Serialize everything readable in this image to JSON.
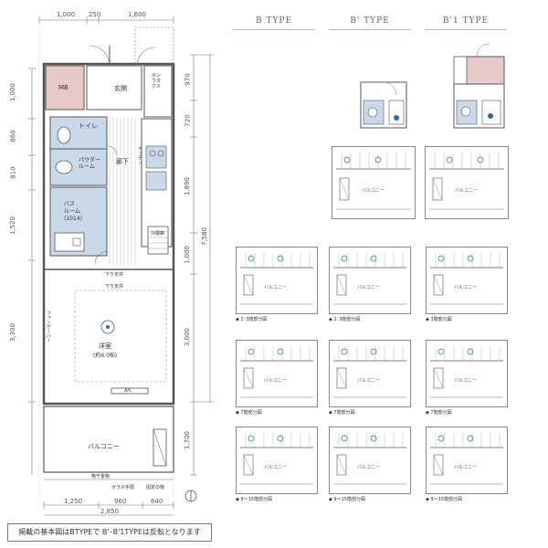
{
  "plan": {
    "top_dims": [
      "1,000",
      "250",
      "1,600"
    ],
    "left_dims": [
      "1,000",
      "860",
      "810",
      "1,520",
      "3,300"
    ],
    "right_dims": [
      "970",
      "720",
      "1,890",
      "1,000",
      "3,000",
      "1,700"
    ],
    "right_total": "7,580",
    "bottom_dims": [
      "1,250",
      "960",
      "640"
    ],
    "bottom_total": "2,850",
    "rooms": {
      "mb": "MB",
      "genkan": "玄関",
      "bonus": "ボン\nウタ\nクス",
      "toilet": "トイレ",
      "washroom": "パウダー\nルーム",
      "corridor": "廊下",
      "bath": "バス\nルーム\n(1014)",
      "yoshitsu": "洋室",
      "yoshitsu_size": "(約6.0帖)",
      "balcony": "バルコニー",
      "refrigerator": "冷蔵庫"
    },
    "labels": {
      "ceiling_low1": "下り天井",
      "ceiling_low2": "下り天井",
      "shelf": "物干金物",
      "glass": "ガラス手摺",
      "ac": "A/C",
      "kitchen": "キッチン",
      "vent": "ファンゲーバー",
      "fixed": "固定の物"
    }
  },
  "type_tabs": [
    "B TYPE",
    "B' TYPE",
    "B'1 TYPE"
  ],
  "balcony_label": "バルコニー",
  "partial_captions": {
    "b_2_3": "◆ 2･3階部分図",
    "bp_2_3": "◆ 2･3階部分図",
    "b1_3": "◆ 3階部分図",
    "b_7": "◆ 7階部分図",
    "bp_7": "◆ 7階部分図",
    "b1_7": "◆ 7階部分図",
    "b_9_15": "◆ 9～15階部分図",
    "bp_9_15": "◆ 9～15階部分図",
    "b1_9_15": "◆ 9～15階部分図"
  },
  "footnote": "掲載の基本図はBTYPEで B'･B'1TYPEは反転となります",
  "colors": {
    "outline": "#555555",
    "wet_area": "#c9d9ea",
    "mb_fill": "#e8c9c9",
    "tab_underline": "#bfb3cc",
    "tab_text": "#6a5a80",
    "accent_blue": "#2f6aa3"
  }
}
